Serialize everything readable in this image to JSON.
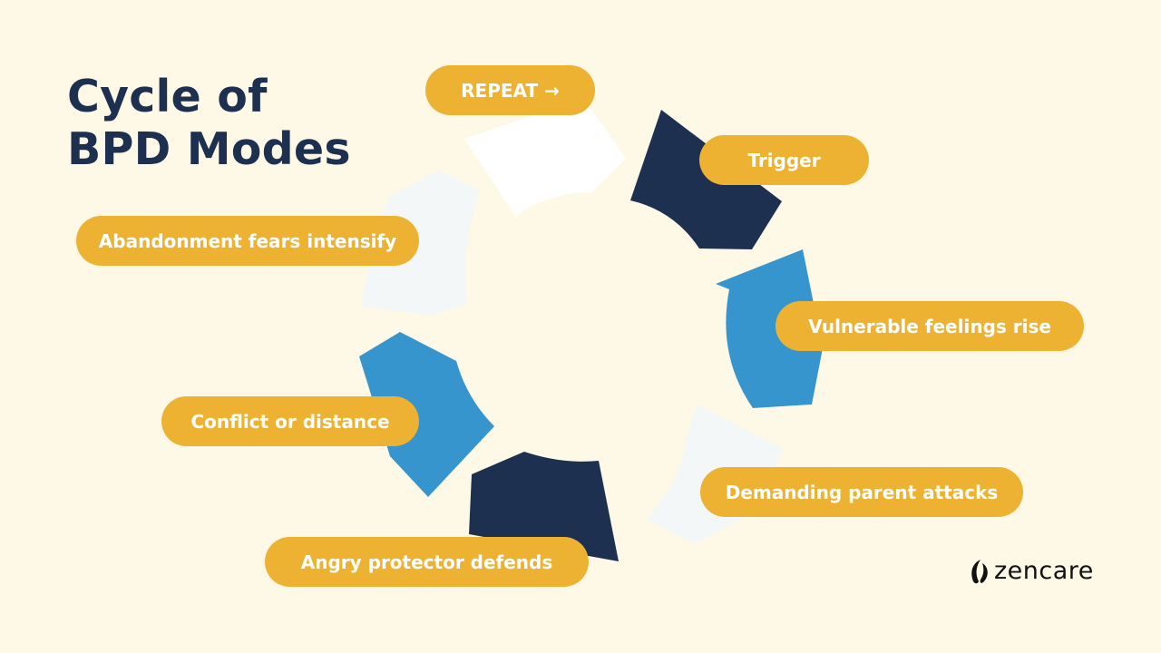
{
  "title_lines": [
    "Cycle of",
    "BPD Modes"
  ],
  "steps": [
    {
      "label": "Trigger"
    },
    {
      "label": "Vulnerable feelings rise"
    },
    {
      "label": "Demanding parent attacks"
    },
    {
      "label": "Angry protector defends"
    },
    {
      "label": "Conflict or distance"
    },
    {
      "label": "Abandonment fears intensify"
    },
    {
      "label": "REPEAT →"
    }
  ],
  "colors": {
    "background": "#FEF9E6",
    "title": "#1E3050",
    "pill": "#EDB232",
    "navy": "#1E3050",
    "blue": "#3695CD",
    "light": "#F4F7F8",
    "white": "#FFFFFF"
  },
  "logo": {
    "text": "zencare",
    "icon": "leaf-icon"
  }
}
